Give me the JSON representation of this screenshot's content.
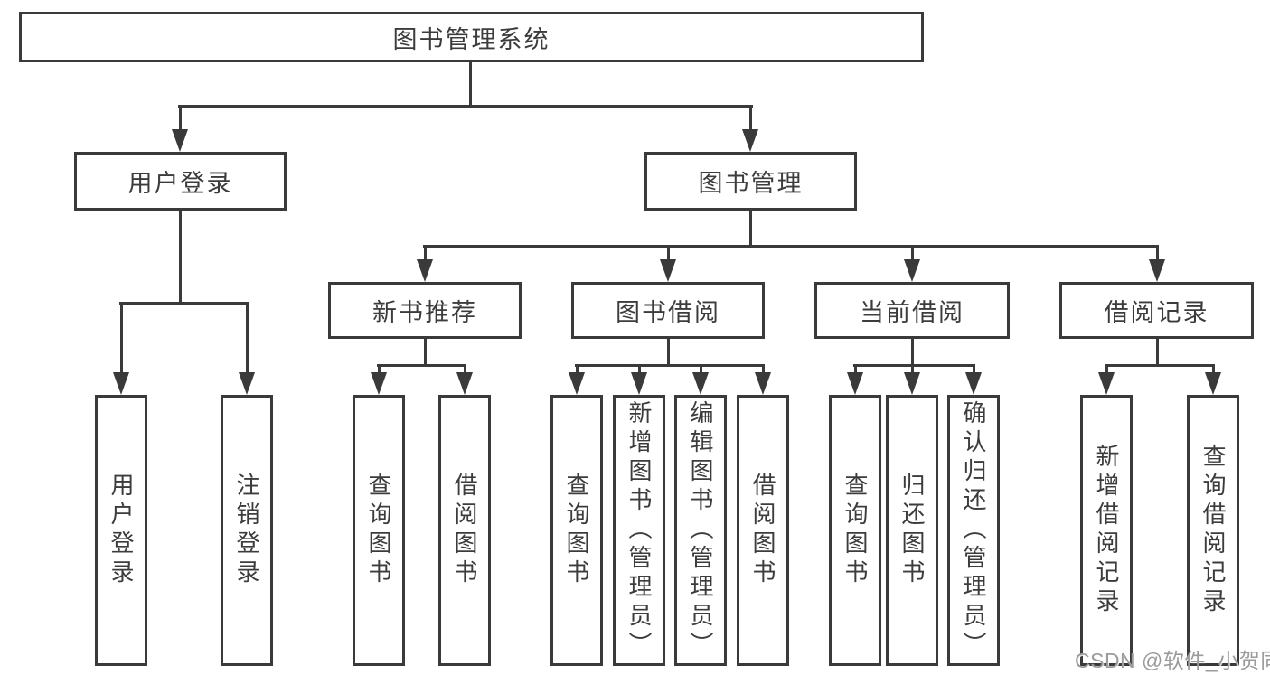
{
  "colors": {
    "line": "#3a3a3a",
    "text": "#3c3c3c",
    "watermark_text": "#9b9b9b",
    "background": "#ffffff"
  },
  "watermark": "CSDN @软件_小贺同学",
  "diagram": {
    "root": {
      "label": "图书管理系统"
    },
    "level2": [
      {
        "label": "用户登录"
      },
      {
        "label": "图书管理"
      }
    ],
    "level3": [
      {
        "label": "新书推荐"
      },
      {
        "label": "图书借阅"
      },
      {
        "label": "当前借阅"
      },
      {
        "label": "借阅记录"
      }
    ],
    "leaves": {
      "user_login": [
        {
          "label": "用户登录"
        },
        {
          "label": "注销登录"
        }
      ],
      "new_books": [
        {
          "label": "查询图书"
        },
        {
          "label": "借阅图书"
        }
      ],
      "book_borrow": [
        {
          "label": "查询图书"
        },
        {
          "label": "新增图书（管理员）"
        },
        {
          "label": "编辑图书（管理员）"
        },
        {
          "label": "借阅图书"
        }
      ],
      "current_borrow": [
        {
          "label": "查询图书"
        },
        {
          "label": "归还图书"
        },
        {
          "label": "确认归还（管理员）"
        }
      ],
      "borrow_records": [
        {
          "label": "新增借阅记录"
        },
        {
          "label": "查询借阅记录"
        }
      ]
    }
  }
}
